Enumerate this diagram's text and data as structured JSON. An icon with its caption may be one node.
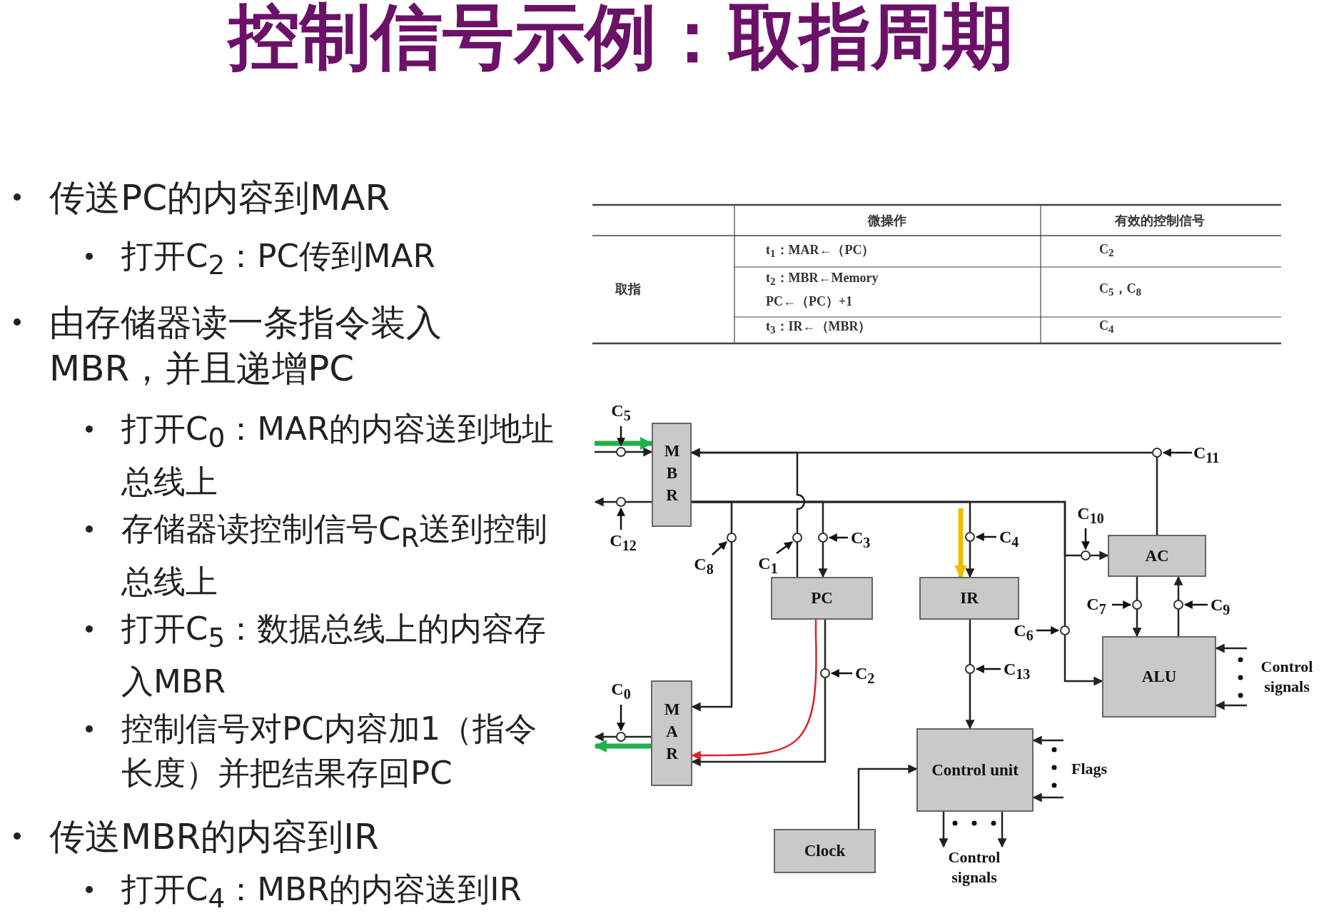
{
  "diagram": {
    "title": "控制信号示例：取指周期",
    "nodes": [
      {
        "text": [
          "MBR"
        ]
      },
      {
        "text": [
          "PC"
        ]
      },
      {
        "text": [
          "IR"
        ]
      },
      {
        "text": [
          "AC"
        ]
      },
      {
        "text": [
          "ALU"
        ]
      },
      {
        "text": [
          "MAR"
        ]
      },
      {
        "text": [
          "Control unit"
        ]
      },
      {
        "text": [
          "Clock"
        ]
      },
      {
        "text": [
          "Control signals"
        ]
      },
      {
        "text": [
          "Flags"
        ]
      },
      {
        "text": [
          "Control signals"
        ]
      }
    ],
    "edges": [
      {
        "from": null,
        "to": 0,
        "arrow": "to"
      },
      {
        "from": null,
        "to": 0,
        "arrow": "to",
        "style": "thick",
        "color": "#22b04c"
      },
      {
        "from": 0,
        "to": null,
        "arrow": "to"
      },
      {
        "from": 0,
        "to": 5,
        "arrow": "to"
      },
      {
        "from": 0,
        "to": 1,
        "arrow": "to"
      },
      {
        "from": 0,
        "to": 2,
        "arrow": "to"
      },
      {
        "from": 0,
        "to": 3,
        "arrow": "to"
      },
      {
        "from": 0,
        "to": 4,
        "arrow": "to"
      },
      {
        "from": 1,
        "to": 0,
        "arrow": "to"
      },
      {
        "from": 3,
        "to": 0,
        "arrow": "to"
      },
      {
        "from": 1,
        "to": 5,
        "arrow": "to"
      },
      {
        "from": 1,
        "to": 5,
        "arrow": "to",
        "color": "#e0202a"
      },
      {
        "from": 2,
        "to": 6,
        "arrow": "to"
      },
      {
        "from": null,
        "to": 2,
        "arrow": "to",
        "style": "thick",
        "color": "#e8c000"
      },
      {
        "from": 3,
        "to": 4,
        "arrow": "to"
      },
      {
        "from": 4,
        "to": 3,
        "arrow": "to"
      },
      {
        "from": 8,
        "to": 4,
        "arrow": "to"
      },
      {
        "from": 8,
        "to": 4,
        "arrow": "to"
      },
      {
        "from": 5,
        "to": null,
        "arrow": "to"
      },
      {
        "from": 5,
        "to": null,
        "arrow": "to",
        "style": "thick",
        "color": "#22b04c"
      },
      {
        "from": 7,
        "to": 6,
        "arrow": "to"
      },
      {
        "from": 9,
        "to": 6,
        "arrow": "to"
      },
      {
        "from": 9,
        "to": 6,
        "arrow": "to"
      },
      {
        "from": 6,
        "to": 10,
        "arrow": "to"
      },
      {
        "from": 6,
        "to": 10,
        "arrow": "to"
      }
    ],
    "labels": [
      "传送PC的内容到MAR",
      "打开C$_{2}$：PC传到MAR",
      "由存储器读一条指令装入MBR，并且递增PC",
      "打开C$_{0}$：MAR的内容送到地址总线上",
      "存储器读控制信号C$_{R}$送到控制总线上",
      "打开C$_{5}$：数据总线上的内容存入MBR",
      "控制信号对PC内容加1（指令长度）并把结果存回PC",
      "传送MBR的内容到IR",
      "打开C$_{4}$：MBR的内容送到IR",
      "微操作",
      "有效的控制信号",
      "取指",
      "t$_{1}$：MAR←（PC）",
      "C$_{2}$",
      "t$_{2}$：MBR←Memory",
      "PC←（PC）+1",
      "C$_{5}$，C$_{8}$",
      "t$_{3}$：IR←（MBR）",
      "C$_{4}$",
      "C$_{5}$",
      "C$_{11}$",
      "C$_{12}$",
      "C$_{8}$",
      "C$_{1}$",
      "C$_{3}$",
      "C$_{4}$",
      "C$_{10}$",
      "C$_{7}$",
      "C$_{9}$",
      "C$_{6}$",
      "C$_{2}$",
      "C$_{13}$",
      "C$_{0}$"
    ]
  }
}
